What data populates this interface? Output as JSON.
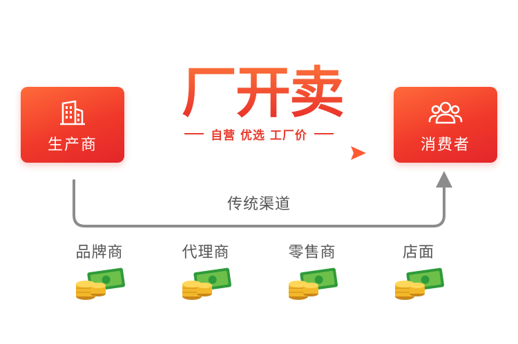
{
  "nodes": {
    "producer": "生产商",
    "consumer": "消费者"
  },
  "brand": {
    "title": "厂开卖",
    "tagline": "自营 优选 工厂价"
  },
  "traditional_channel": {
    "label": "传统渠道",
    "middlemen": [
      "品牌商",
      "代理商",
      "零售商",
      "店面"
    ]
  },
  "colors": {
    "accent": "#f03a2c",
    "accent_light": "#ff6a3a",
    "gray_line": "#8c8c8c",
    "text_gray": "#555555"
  },
  "icons": {
    "producer": "building-icon",
    "consumer": "people-group-icon",
    "middleman_cost": "money-coins-icon"
  }
}
